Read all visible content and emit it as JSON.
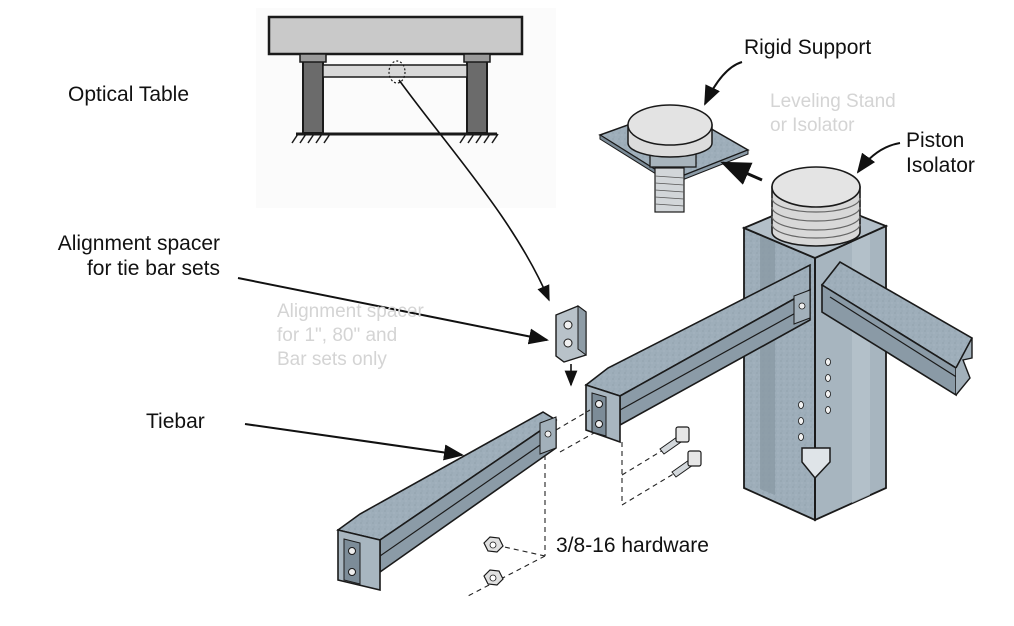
{
  "labels": {
    "optical_table": "Optical Table",
    "rigid_support": "Rigid Support",
    "piston_isolator_line1": "Piston",
    "piston_isolator_line2": "Isolator",
    "alignment_spacer_line1": "Alignment spacer",
    "alignment_spacer_line2": "for tie bar sets",
    "tiebar": "Tiebar",
    "hardware": "3/8-16 hardware"
  },
  "faded_text": {
    "leveling_line1": "Leveling Stand",
    "leveling_line2": "or Isolator",
    "spacer_line1": "Alignment spacer",
    "spacer_line2": "for 1\", 80\" and",
    "spacer_line3": "Bar sets only"
  },
  "colors": {
    "steel": "#9aaab6",
    "steel_dark": "#7b8b97",
    "outline": "#1a1a1a",
    "label_text": "#111111",
    "faded_text": "#d4d4d4"
  }
}
